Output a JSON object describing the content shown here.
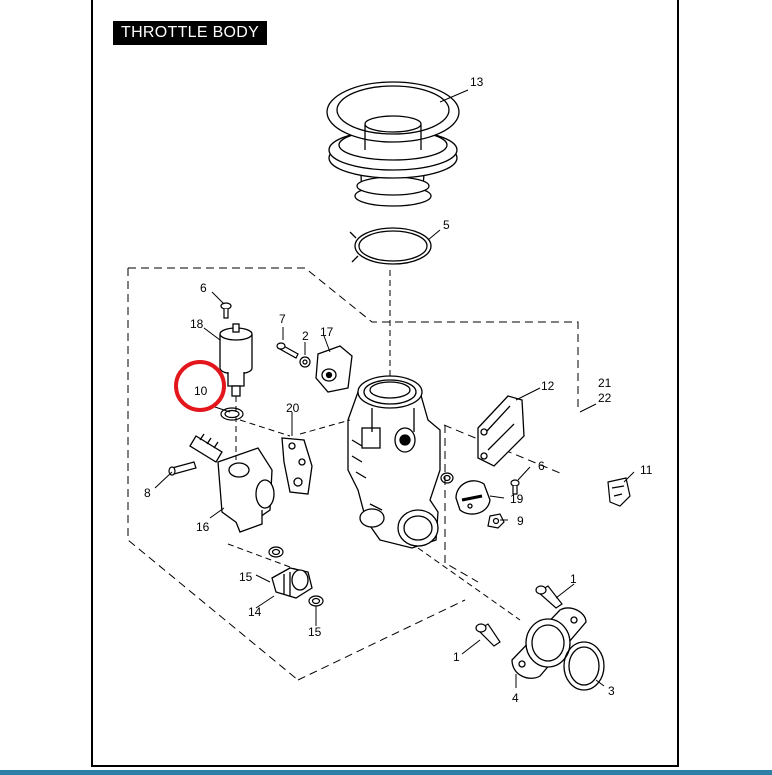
{
  "title": "THROTTLE BODY",
  "highlight_color": "#e3161b",
  "callouts": [
    "1",
    "1",
    "2",
    "3",
    "4",
    "5",
    "6",
    "6",
    "7",
    "8",
    "9",
    "10",
    "11",
    "12",
    "13",
    "14",
    "15",
    "15",
    "16",
    "17",
    "18",
    "19",
    "20",
    "21",
    "22"
  ]
}
